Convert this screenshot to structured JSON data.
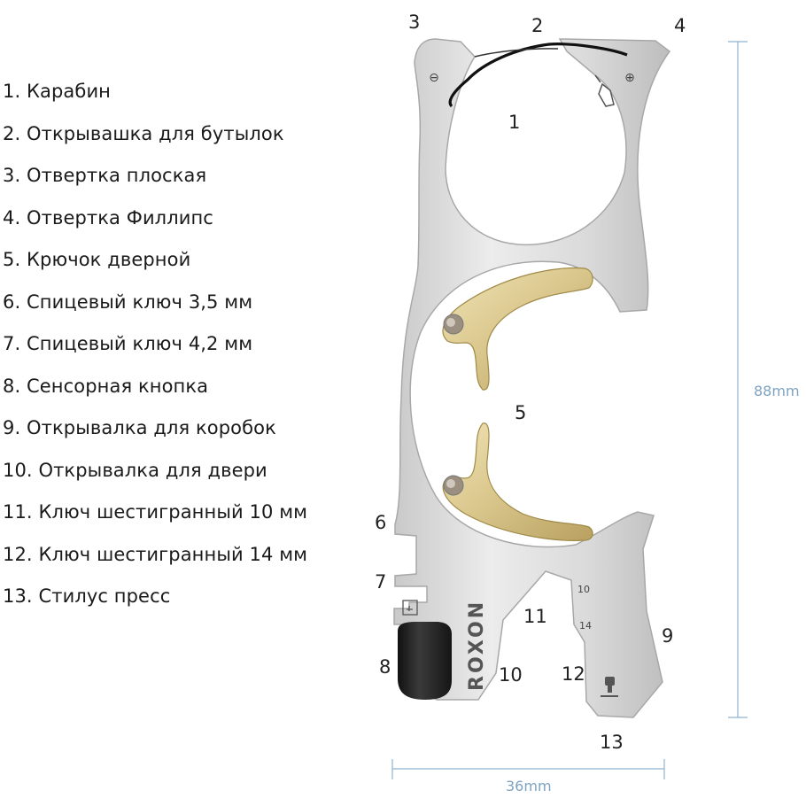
{
  "legend": [
    "1. Карабин",
    "2. Открывашка для бутылок",
    "3. Отвертка плоская",
    "4. Отвертка Филлипс",
    "5. Крючок дверной",
    "6. Спицевый ключ 3,5 мм",
    "7. Спицевый ключ 4,2 мм",
    "8. Сенсорная кнопка",
    "9. Открывалка для коробок",
    "10. Открывалка для двери",
    "11. Ключ шестигранный 10 мм",
    "12. Ключ шестигранный 14 мм",
    "13. Стилус пресс"
  ],
  "callouts": {
    "c1": "1",
    "c2": "2",
    "c3": "3",
    "c4": "4",
    "c5": "5",
    "c6": "6",
    "c7": "7",
    "c8": "8",
    "c9": "9",
    "c10": "10",
    "c11": "11",
    "c12": "12",
    "c13": "13"
  },
  "dimensions": {
    "height": "88mm",
    "width": "36mm"
  },
  "engraving": {
    "brand": "ROXON",
    "size_10": "10",
    "size_14": "14",
    "minus_symbol": "⊖",
    "plus_symbol": "⊕"
  },
  "colors": {
    "steel": "#d9d9d9",
    "brass": "#d8c58a",
    "stylus": "#2a2a2a",
    "dimension_line": "#8fb3d0"
  }
}
